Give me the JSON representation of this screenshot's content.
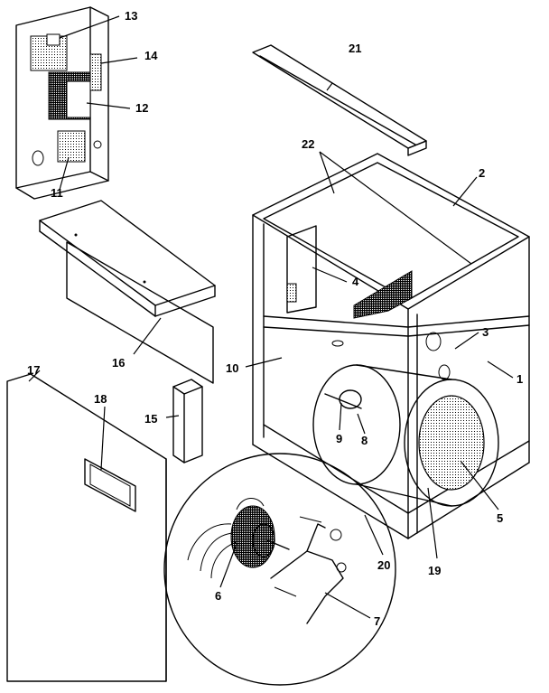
{
  "labels": {
    "1": "1",
    "2": "2",
    "3": "3",
    "4": "4",
    "5": "5",
    "6": "6",
    "7": "7",
    "8": "8",
    "9": "9",
    "10": "10",
    "11": "11",
    "12": "12",
    "13": "13",
    "14": "14",
    "15": "15",
    "16": "16",
    "17": "17",
    "18": "18",
    "19": "19",
    "20": "20",
    "21": "21",
    "22": "22"
  }
}
